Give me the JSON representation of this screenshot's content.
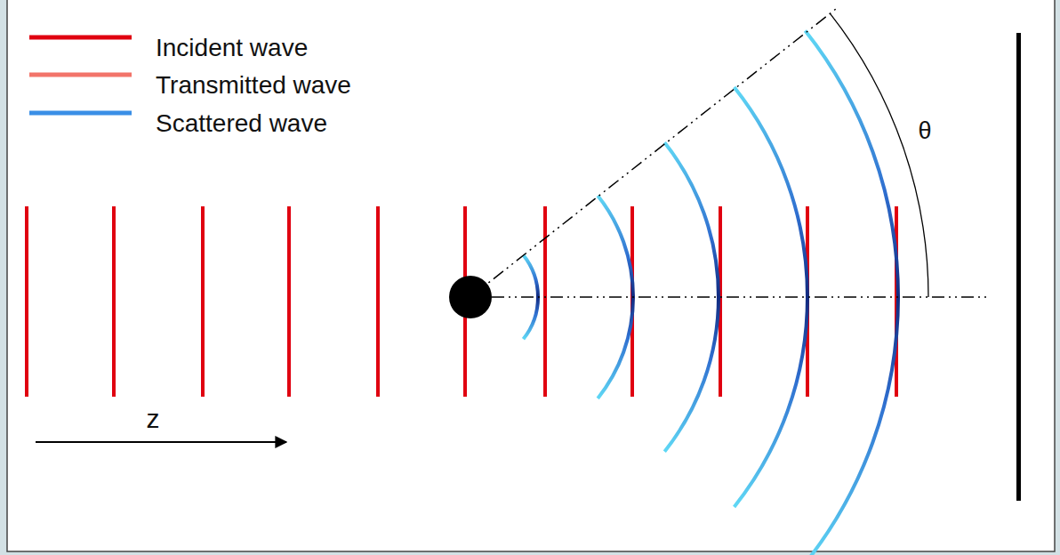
{
  "diagram": {
    "labels": [
      "θ",
      "z"
    ],
    "legend": [
      {
        "text": "Incident wave",
        "color": "#e00010"
      },
      {
        "text": "Transmitted wave",
        "color": "#f2746a"
      },
      {
        "text": "Scattered wave",
        "color": "#3a8fe6"
      }
    ]
  }
}
